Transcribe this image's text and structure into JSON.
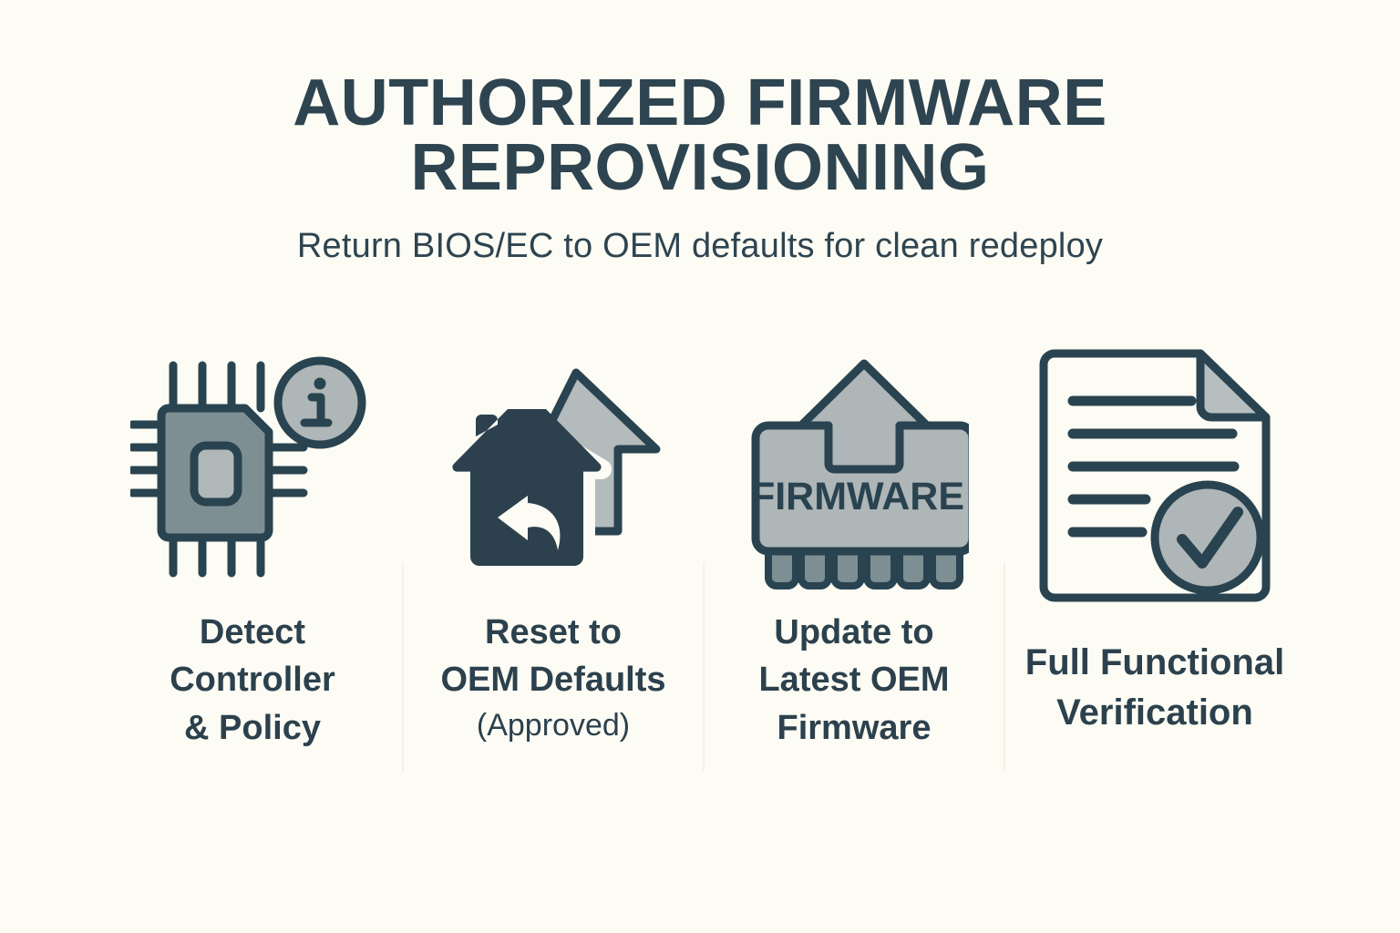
{
  "header": {
    "title_line1": "AUTHORIZED FIRMWARE",
    "title_line2": "REPROVISIONING",
    "subtitle": "Return BIOS/EC to OEM defaults for clean redeploy"
  },
  "colors": {
    "background": "#FDFCF4",
    "ink": "#2E4450",
    "caption_ink": "#2C414D",
    "icon_outline": "#2A4350",
    "icon_fill_mid": "#7D8F93",
    "icon_fill_light": "#B2BABC",
    "icon_fill_dark": "#2C414D",
    "divider": "#F3F2E6"
  },
  "steps": [
    {
      "index": 1,
      "icon": "microcontroller-chip-with-info-badge-icon",
      "label_line1": "Detect",
      "label_line2": "Controller",
      "label_line3": "& Policy",
      "badge_glyph": "i"
    },
    {
      "index": 2,
      "icon": "house-with-back-arrow-and-up-arrow-icon",
      "label_line1": "Reset to",
      "label_line2": "OEM Defaults",
      "label_note": "(Approved)"
    },
    {
      "index": 3,
      "icon": "firmware-chip-with-upload-arrow-icon",
      "chip_text": "FIRMWARE",
      "label_line1": "Update to",
      "label_line2": "Latest OEM",
      "label_line3": "Firmware",
      "pin_count": 6
    },
    {
      "index": 4,
      "icon": "document-with-check-circle-icon",
      "label_line1": "Full Functional",
      "label_line2": "Verification",
      "document_line_count": 5
    }
  ]
}
